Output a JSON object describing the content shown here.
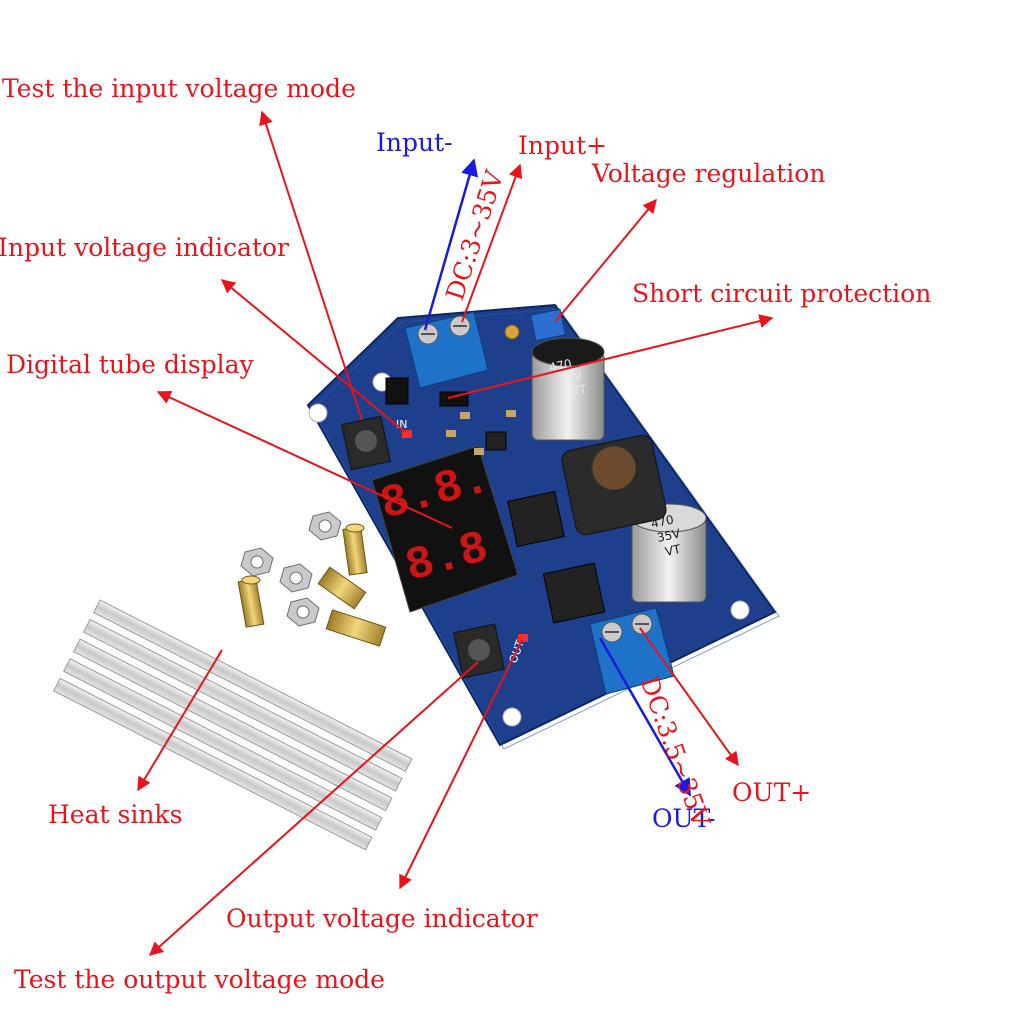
{
  "labels": {
    "test_input_mode": "Test the input voltage mode",
    "input_minus": "Input-",
    "input_plus": "Input+",
    "voltage_regulation": "Voltage regulation",
    "input_indicator": "Input voltage indicator",
    "short_circuit": "Short circuit protection",
    "digital_display": "Digital tube display",
    "heat_sinks": "Heat sinks",
    "output_indicator": "Output voltage indicator",
    "test_output_mode": "Test the output voltage mode",
    "out_minus": "OUT-",
    "out_plus": "OUT+",
    "input_range": "DC:3~35V",
    "output_range": "DC:3.5~35V"
  },
  "board": {
    "cap_text_1": "470",
    "cap_text_2": "35V",
    "cap_text_3": "VT",
    "in_mark": "IN",
    "out_mark": "OUT"
  },
  "colors": {
    "label_red": "#e8141c",
    "label_blue": "#1a1ae0",
    "pcb": "#1d3f8c",
    "terminal": "#1e73c9",
    "led_red": "#ff2a2a"
  }
}
